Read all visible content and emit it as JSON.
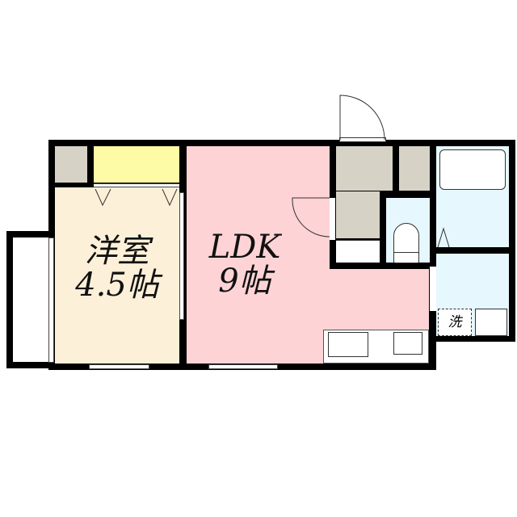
{
  "rooms": {
    "western": {
      "name": "洋室",
      "size": "4.5帖",
      "color": "#fdf0d8"
    },
    "ldk": {
      "name": "LDK",
      "size": "9帖",
      "color": "#fdd3d6"
    },
    "closet_color": "#fdfba6",
    "storage_color": "#d6d3c6",
    "wet_color": "#e6f7fd"
  },
  "fixtures": {
    "washer_label": "洗"
  }
}
